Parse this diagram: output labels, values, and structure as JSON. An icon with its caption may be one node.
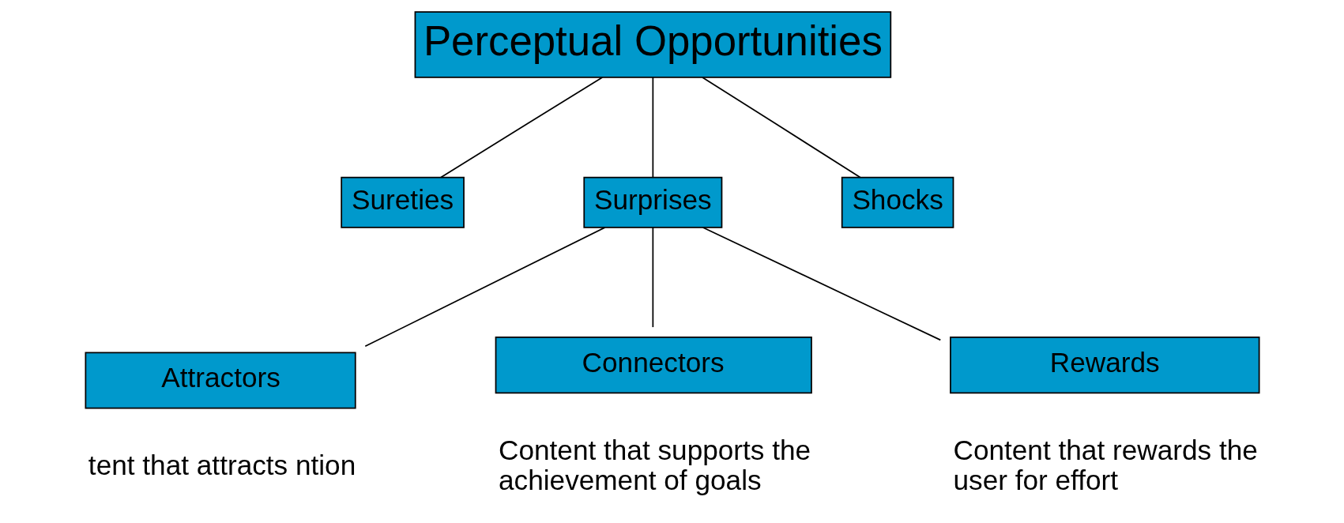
{
  "diagram": {
    "nodes": [
      {
        "text": [
          "Perceptual Opportunities"
        ]
      },
      {
        "text": [
          "Sureties"
        ]
      },
      {
        "text": [
          "Surprises"
        ]
      },
      {
        "text": [
          "Shocks"
        ]
      },
      {
        "text": [
          "Attractors"
        ],
        "beside": [
          "tent that attracts ntion"
        ]
      },
      {
        "text": [
          "Connectors"
        ],
        "beside": [
          "Content that supports the achievement of goals"
        ]
      },
      {
        "text": [
          "Rewards"
        ],
        "beside": [
          "Content that rewards the user for effort"
        ]
      }
    ],
    "edges": [
      {
        "from": 0,
        "to": 1,
        "arrow": "none"
      },
      {
        "from": 0,
        "to": 2,
        "arrow": "none"
      },
      {
        "from": 0,
        "to": 3,
        "arrow": "none"
      },
      {
        "from": 2,
        "to": 4,
        "arrow": "none"
      },
      {
        "from": 2,
        "to": 5,
        "arrow": "none"
      },
      {
        "from": 2,
        "to": 6,
        "arrow": "none"
      }
    ]
  }
}
